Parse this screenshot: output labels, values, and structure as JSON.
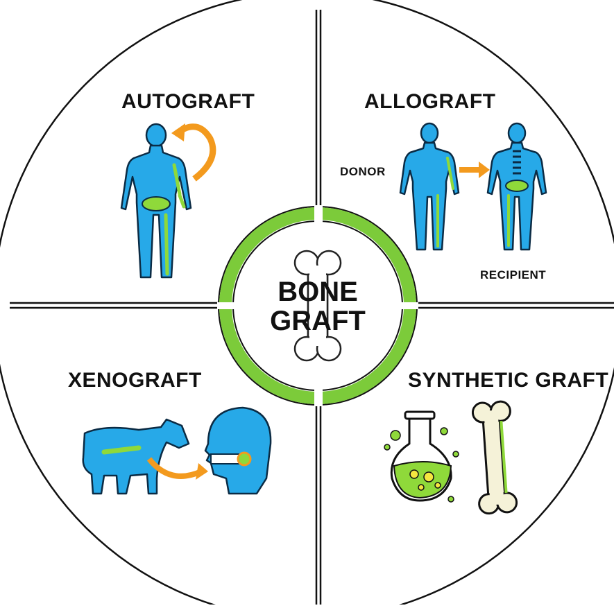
{
  "center": {
    "line1": "BONE",
    "line2": "GRAFT"
  },
  "quadrants": {
    "top_left": {
      "title": "AUTOGRAFT"
    },
    "top_right": {
      "title": "ALLOGRAFT",
      "donor_label": "DONOR",
      "recipient_label": "RECIPIENT"
    },
    "bottom_left": {
      "title": "XENOGRAFT"
    },
    "bottom_right": {
      "title": "SYNTHETIC GRAFT"
    }
  },
  "colors": {
    "body": "#27a9e8",
    "body_outline": "#0b2b44",
    "bone_highlight": "#8fd93a",
    "ring": "#7ccb3a",
    "arrow": "#f39a1e",
    "outline": "#111111"
  },
  "icons": {
    "autograft": "human-figure-with-circular-arrow-icon",
    "allograft": "donor-to-recipient-figures-icon",
    "xenograft": "cow-to-human-head-icon",
    "synthetic": "flask-and-bone-icon",
    "center": "bone-icon"
  }
}
